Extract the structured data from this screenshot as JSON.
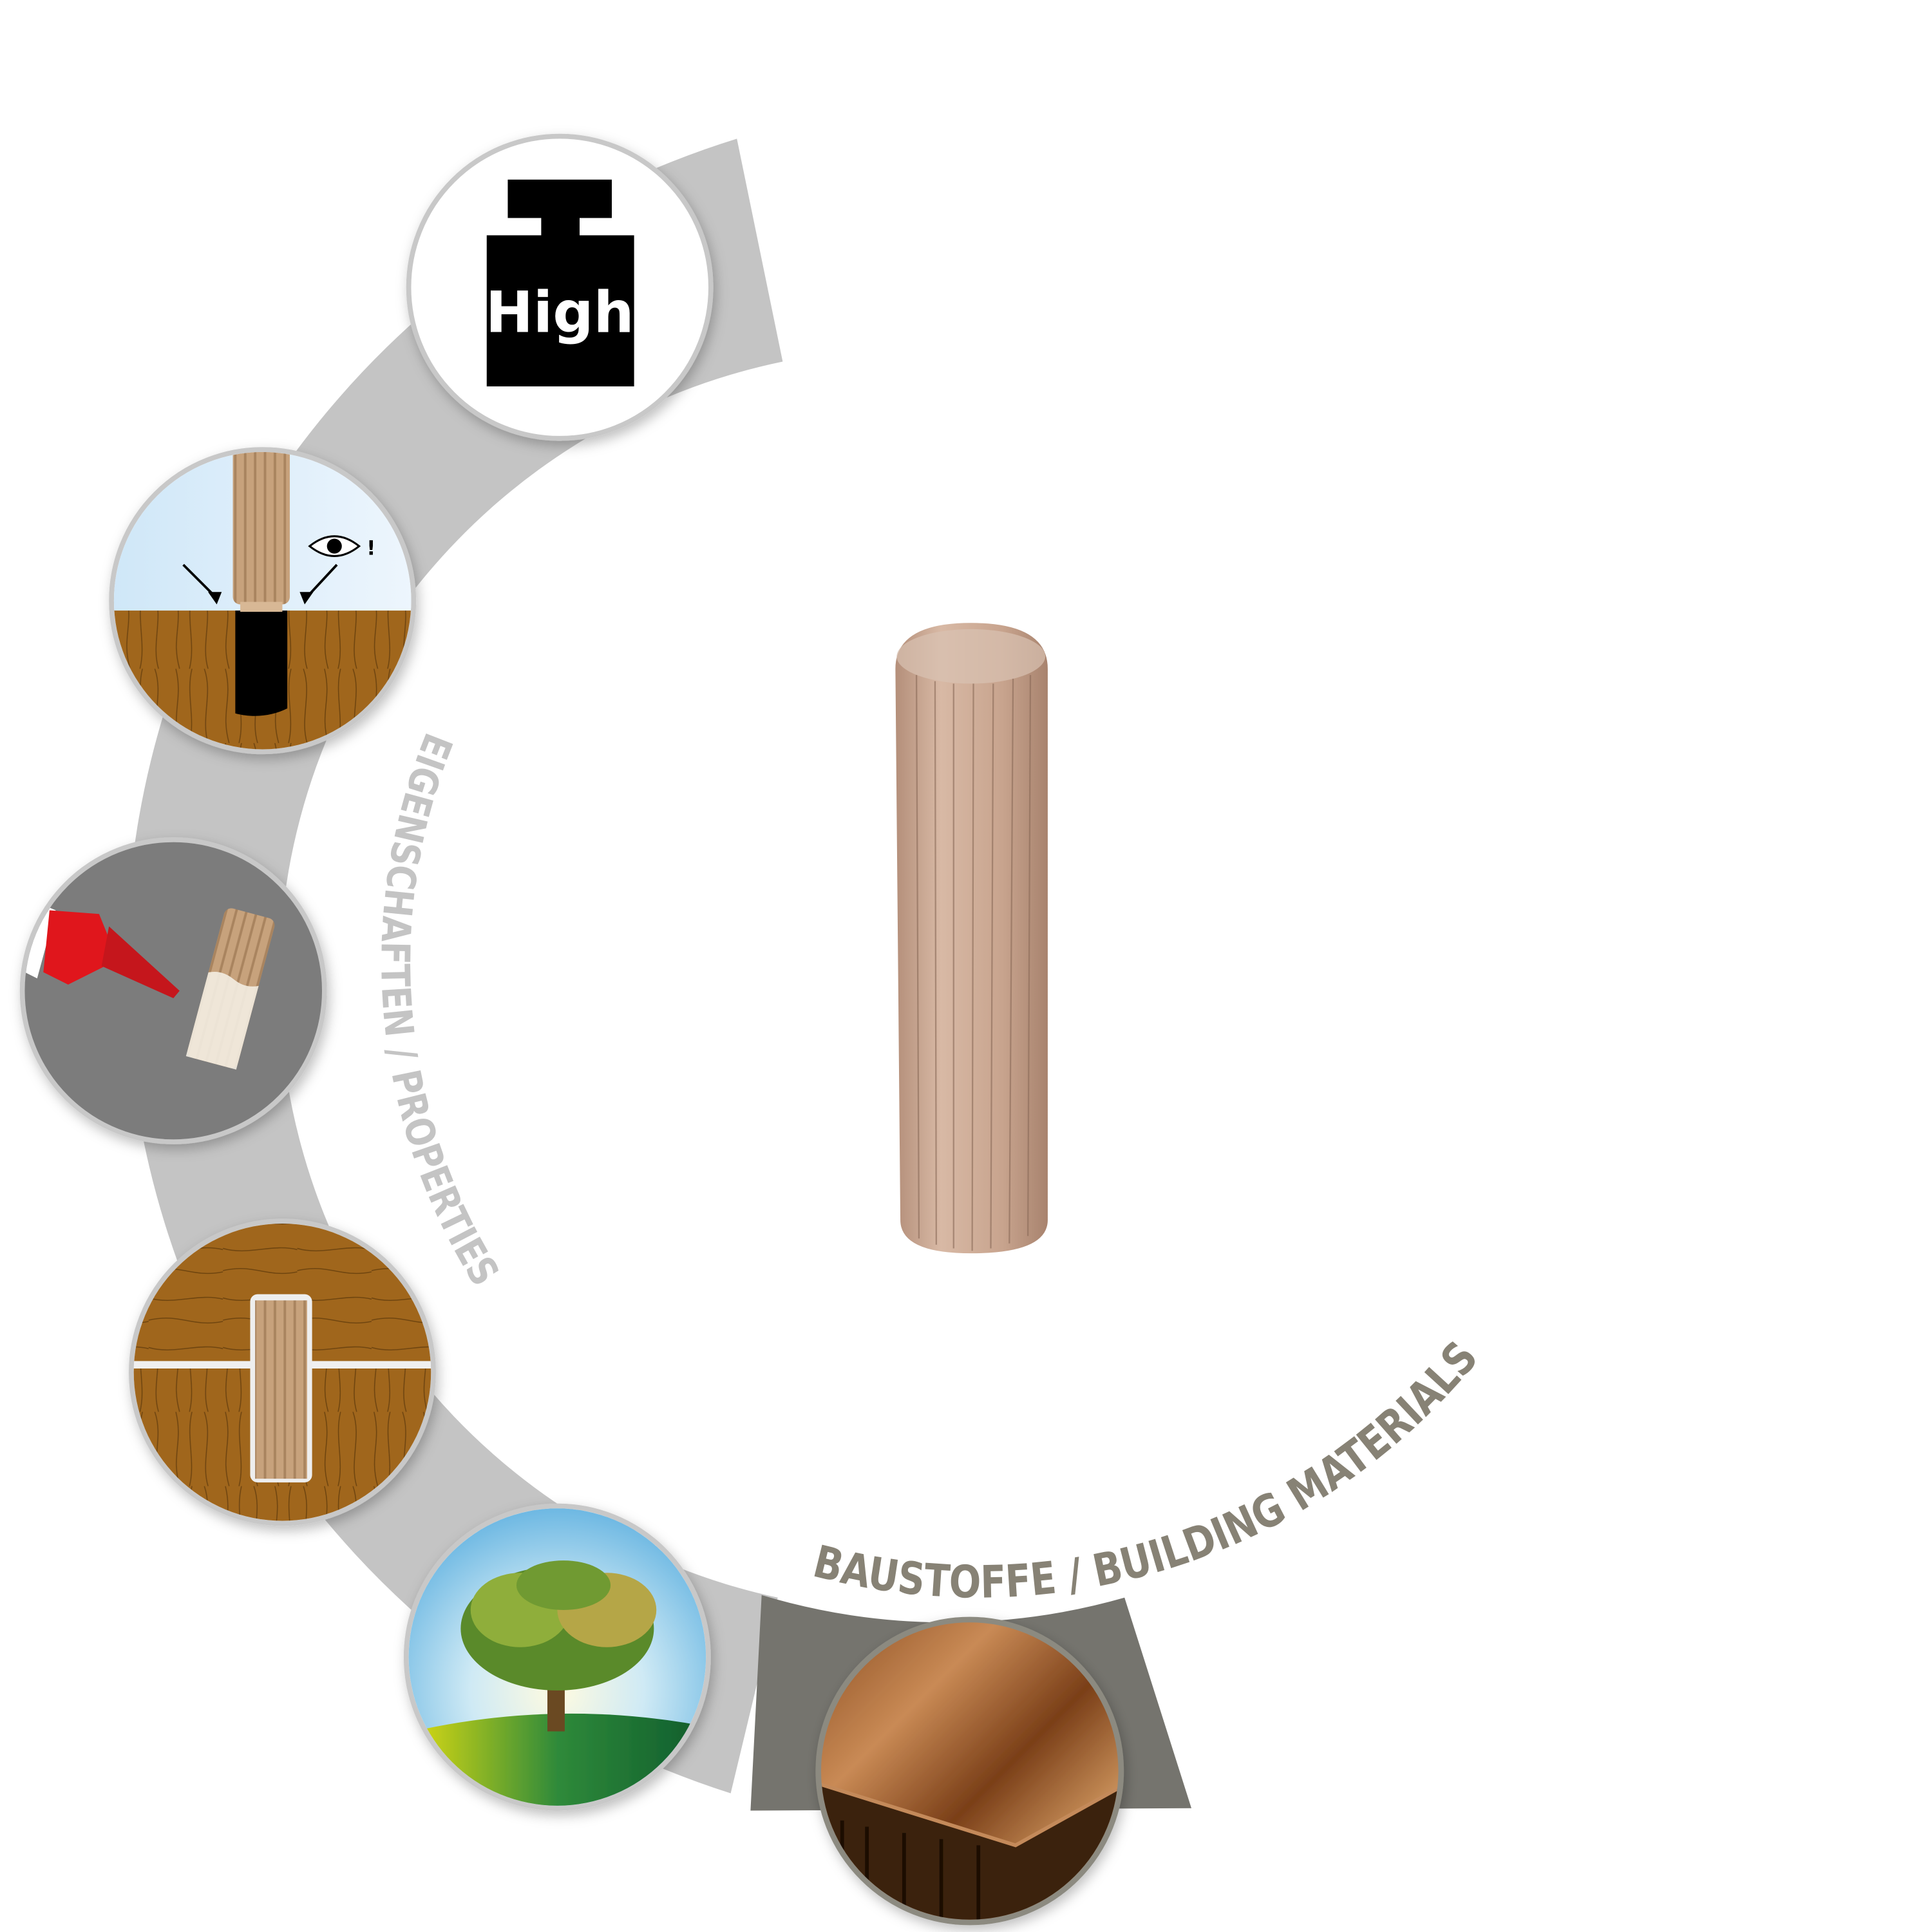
{
  "arc_labels": {
    "properties": "EIGENSCHAFTEN / PROPERTIES",
    "materials": "BAUSTOFFE / BUILDING MATERIALS"
  },
  "icons": {
    "weight": {
      "text": "High",
      "name": "weight-icon"
    },
    "inspect": {
      "mark": "!",
      "name": "eye-inspection-icon"
    },
    "glue": {
      "name": "glue-bottle-icon"
    },
    "joint": {
      "name": "dowel-joint-icon"
    },
    "tree": {
      "name": "tree-icon"
    },
    "wood": {
      "name": "hardwood-block-icon"
    }
  },
  "colors": {
    "ring": "#c4c4c4",
    "materials_band": "#75746e",
    "properties_text": "#c4c4c4",
    "materials_text": "#878275",
    "wood_brown": "#a0661e",
    "dowel": "#c9a48c"
  }
}
